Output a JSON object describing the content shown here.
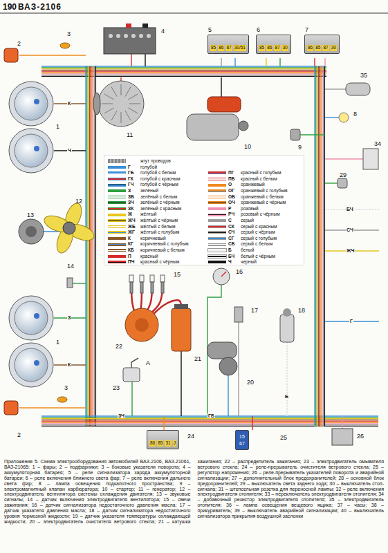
{
  "diagram": {
    "title": "ВАЗ-2106",
    "caption": "Приложение 5. Схема электрооборудования автомобилей ВАЗ-2106, ВАЗ-21061, ВАЗ-21065: 1 – фары; 2 – подфарники; 3 – боковые указатели поворота; 4 – аккумуляторная батарея; 5 – реле сигнализатора заряда аккумуляторной батареи; 6 – реле включения ближнего света фар; 7 – реле включения дальнего света фар; 8 – лампа освещения подкапотного пространства; 9 – электромагнитный клапан карбюратора; 10 – стартер; 11 – генератор; 12 – электродвигатель вентилятора системы охлаждения двигателя; 13 – звуковые сигналы; 14 – датчик включения электродвигателя вентилятора; 15 – свечи зажигания; 16 – датчик сигнализатора недостаточного давления масла; 17 – датчик указателя давления масла; 18 – датчик сигнализатора недостаточного уровня тормозной жидкости; 19 – датчик указателя температуры охлаждающей жидкости; 20 – электродвигатель очистителя ветрового стекла; 21 – катушка зажигания; 22 – распределитель зажигания; 23 – электродвигатель омывателя ветрового стекла; 24 – реле-прерыватель очистителя ветрового стекла; 25 – регулятор напряжения; 26 – реле-прерыватель указателей поворота и аварийной сигнализации; 27 – дополнительный блок предохранителей; 28 – основной блок предохранителей; 29 – выключатель света заднего хода; 30 – выключатель стоп-сигнала; 31 – штепсельная розетка для переносной лампы; 32 – реле включения электродвигателя отопителя; 33 – переключатель электродвигателя отопителя; 34 – добавочный резистор электродвигателя отопителя; 35 – электродвигатель отопителя; 36 – лампа освещения вещевого ящика; 37 – часы; 38 – прикуриватель; 39 – выключатель аварийной сигнализации; 40 – выключатель сигнализатора прикрытия воздушной заслонки",
    "nodes": [
      {
        "text": [
          "85",
          "86",
          "87",
          "30/51"
        ]
      },
      {
        "text": [
          "85",
          "86",
          "87",
          "30"
        ]
      },
      {
        "text": [
          "86",
          "85",
          "87",
          "30"
        ]
      },
      {
        "text": [
          "86",
          "85",
          "31",
          "J"
        ]
      },
      {
        "text": [
          "15",
          "67"
        ]
      }
    ],
    "labels": [
      "Г",
      "ГБ",
      "ГК",
      "ГЧ",
      "З",
      "ЗБ",
      "ЗЧ",
      "ЗК",
      "Ж",
      "ЖЧ",
      "ЖБ",
      "ЖГ",
      "К",
      "КГ",
      "КБ",
      "П",
      "ПЧ",
      "ПГ",
      "ПБ",
      "О",
      "ОГ",
      "ОБ",
      "ОЧ",
      "Р",
      "РЧ",
      "С",
      "СК",
      "СЧ",
      "СГ",
      "СБ",
      "Б",
      "БЧ",
      "Ч",
      "190",
      "1",
      "1",
      "2",
      "2",
      "3",
      "3",
      "4",
      "5",
      "6",
      "7",
      "8",
      "9",
      "10",
      "11",
      "12",
      "13",
      "14",
      "15",
      "16",
      "17",
      "18",
      "20",
      "21",
      "22",
      "23",
      "24",
      "25",
      "26",
      "29",
      "34",
      "35",
      "А",
      "К",
      "Ч",
      "З",
      "К",
      "ГБ",
      "ЗЧ",
      "Б",
      "Г",
      "БЧ",
      "СЧ",
      "ЖЧ"
    ],
    "legend": [
      {
        "text": "жгут проводов"
      },
      {
        "text": "голубой",
        "color": "#3a8fd6"
      },
      {
        "text": "голубой с белым",
        "color": "#3a8fd6"
      },
      {
        "text": "голубой с красным",
        "color": "#3a8fd6"
      },
      {
        "text": "голубой с чёрным",
        "color": "#3a8fd6"
      },
      {
        "text": "зелёный",
        "color": "#2e9e3e"
      },
      {
        "text": "зелёный с белым",
        "color": "#2e9e3e"
      },
      {
        "text": "зелёный с чёрным",
        "color": "#2e9e3e"
      },
      {
        "text": "зелёный с красным",
        "color": "#2e9e3e"
      },
      {
        "text": "жёлтый",
        "color": "#e8c61a"
      },
      {
        "text": "жёлтый с чёрным",
        "color": "#e8c61a"
      },
      {
        "text": "жёлтый с белым",
        "color": "#e8c61a"
      },
      {
        "text": "жёлтый с голубым",
        "color": "#e8c61a"
      },
      {
        "text": "коричневый",
        "color": "#8a5a2b"
      },
      {
        "text": "коричневый с голубым",
        "color": "#8a5a2b"
      },
      {
        "text": "коричневый с белым",
        "color": "#8a5a2b"
      },
      {
        "text": "красный",
        "color": "#d62a2a"
      },
      {
        "text": "красный с чёрным",
        "color": "#d62a2a"
      },
      {
        "text": "красный с голубым",
        "color": "#d62a2a"
      },
      {
        "text": "красный с белым",
        "color": "#d62a2a"
      },
      {
        "text": "оранжевый",
        "color": "#f08a1e"
      },
      {
        "text": "оранжевый с голубым",
        "color": "#f08a1e"
      },
      {
        "text": "оранжевый с белым",
        "color": "#f08a1e"
      },
      {
        "text": "оранжевый с чёрным",
        "color": "#f08a1e"
      },
      {
        "text": "розовый",
        "color": "#f08fb0"
      },
      {
        "text": "розовый с чёрным",
        "color": "#f08fb0"
      },
      {
        "text": "серый",
        "color": "#9a9a9a"
      },
      {
        "text": "серый с красным",
        "color": "#9a9a9a"
      },
      {
        "text": "серый с чёрным",
        "color": "#9a9a9a"
      },
      {
        "text": "серый с голубым",
        "color": "#9a9a9a"
      },
      {
        "text": "серый с белым",
        "color": "#9a9a9a"
      },
      {
        "text": "белый",
        "color": "#f4f4f4"
      },
      {
        "text": "белый с чёрным",
        "color": "#f4f4f4"
      },
      {
        "text": "черный",
        "color": "#111111"
      }
    ]
  }
}
